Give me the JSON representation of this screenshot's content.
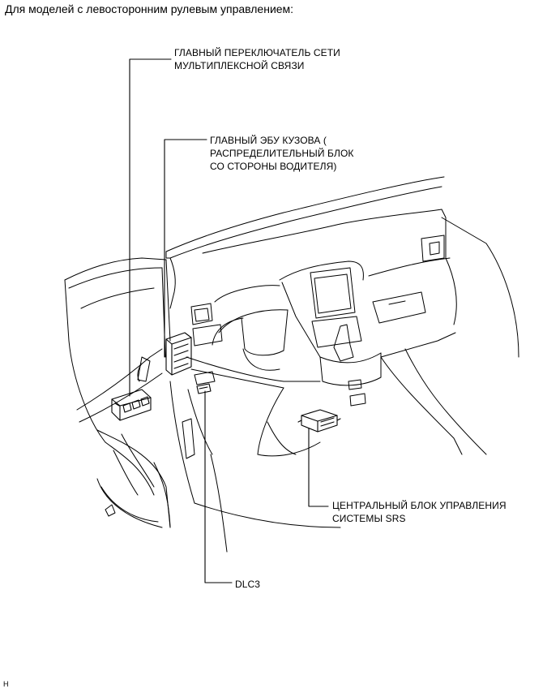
{
  "heading": "Для моделей с левосторонним рулевым управлением:",
  "callouts": {
    "switch": {
      "line1": "ГЛАВНЫЙ ПЕРЕКЛЮЧАТЕЛЬ СЕТИ",
      "line2": "МУЛЬТИПЛЕКСНОЙ СВЯЗИ"
    },
    "ecu": {
      "line1": "ГЛАВНЫЙ ЭБУ КУЗОВА (",
      "line2": "РАСПРЕДЕЛИТЕЛЬНЫЙ БЛОК",
      "line3": "СО СТОРОНЫ ВОДИТЕЛЯ)"
    },
    "srs": {
      "line1": "ЦЕНТРАЛЬНЫЙ БЛОК УПРАВЛЕНИЯ",
      "line2": "СИСТЕМЫ SRS"
    },
    "dlc": {
      "line1": "DLC3"
    }
  },
  "corner_mark": "H"
}
